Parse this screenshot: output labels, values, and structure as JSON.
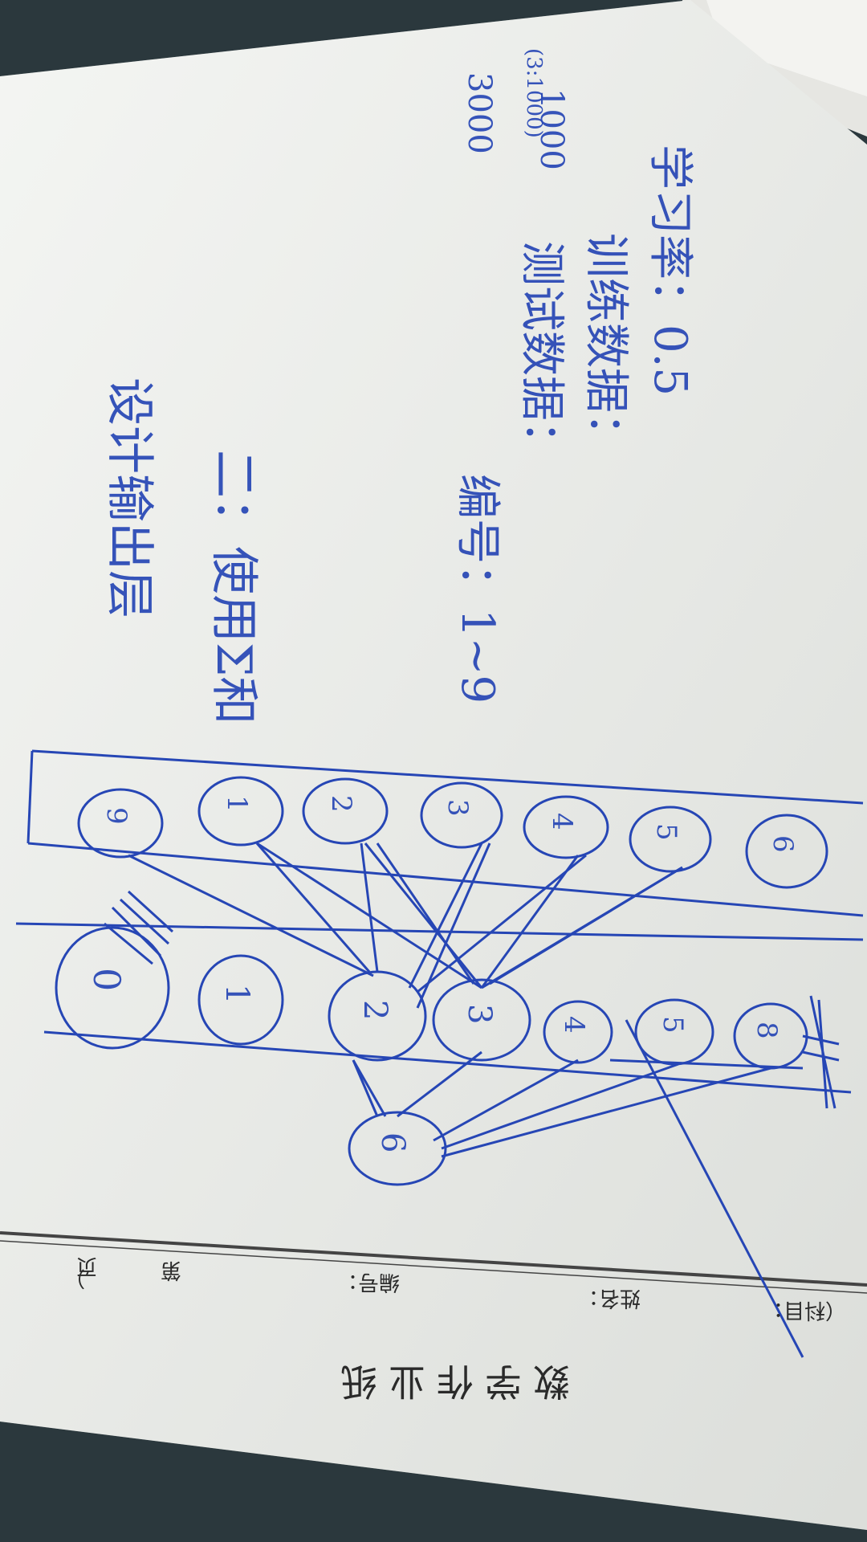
{
  "colors": {
    "background": "#2d3a3f",
    "paper": "#f1f2ee",
    "ink": "#2646b5",
    "print": "#2a2a2a"
  },
  "form": {
    "title": "数学作业纸",
    "subject_label": "（科目：",
    "subject_close": "）",
    "name_label": "姓名：",
    "number_label": "编号：",
    "page_prefix": "第",
    "page_suffix": "页"
  },
  "handwriting": {
    "lines": [
      "设计输出层",
      "二：使用Σ和",
      "编号：1~9",
      "测试数据：",
      "训练数据：",
      "学习率：0.5"
    ],
    "extra": [
      "3000",
      "(3:1000)",
      "1000"
    ]
  },
  "diagram": {
    "top_row": [
      "9",
      "1",
      "2",
      "3",
      "4",
      "5",
      "6"
    ],
    "bottom_row": [
      "0",
      "1",
      "2",
      "3",
      "4",
      "5",
      "8"
    ],
    "output_node": "6"
  }
}
